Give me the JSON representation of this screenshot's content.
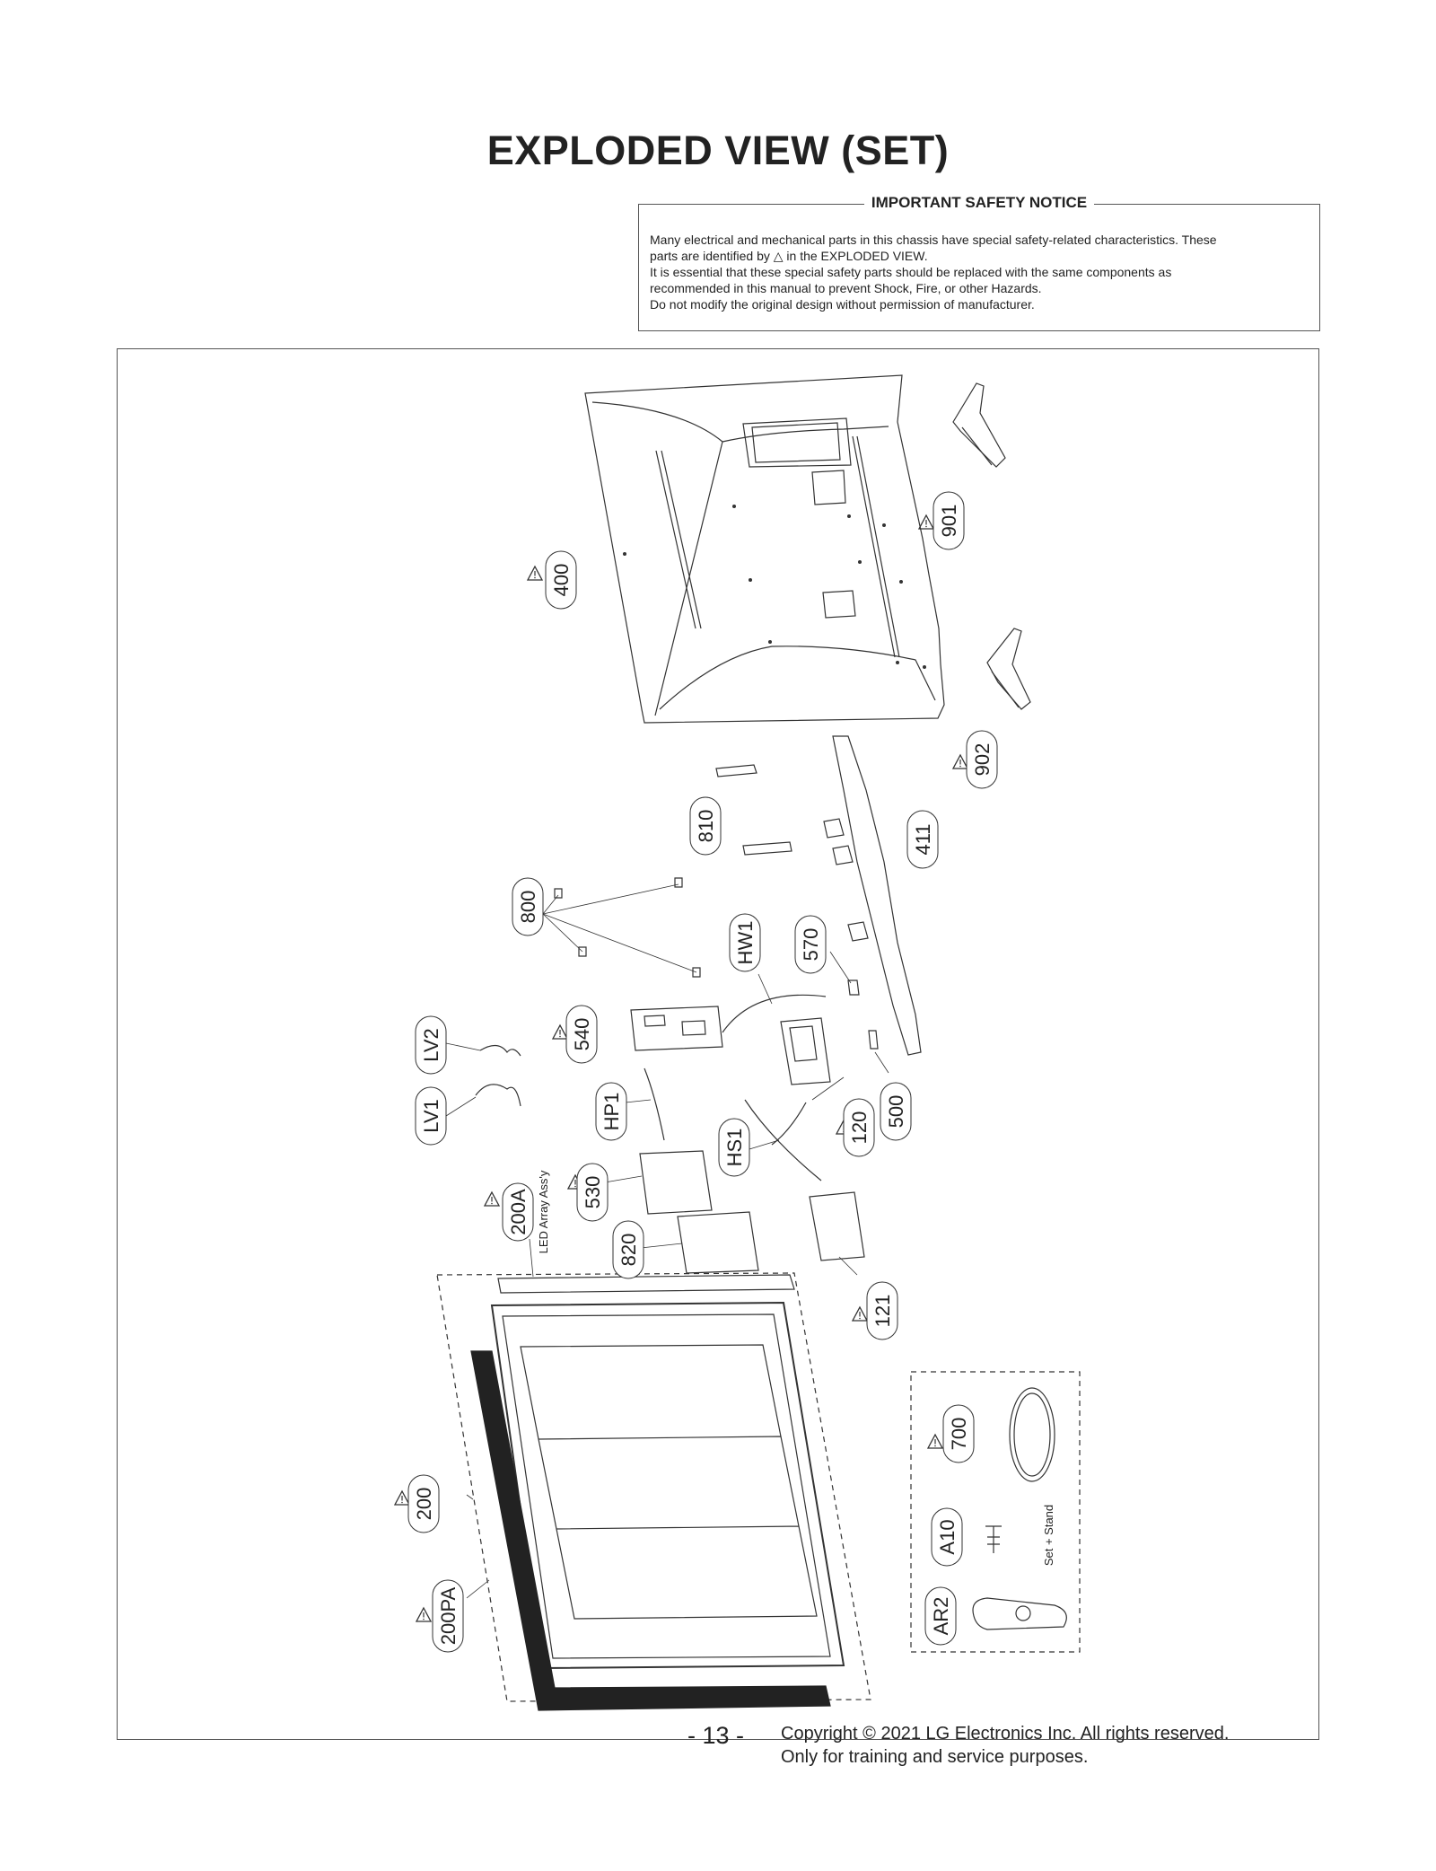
{
  "page": {
    "title": "EXPLODED VIEW (SET)",
    "page_number": "- 13 -",
    "copyright": "Copyright © 2021 LG Electronics Inc. All rights reserved.",
    "copyright_line2": "Only for training and service purposes."
  },
  "notice": {
    "title": "IMPORTANT SAFETY NOTICE",
    "line1": "Many electrical and mechanical parts in this chassis have special safety-related characteristics. These",
    "line2_a": "parts are identified by",
    "line2_b": "in the EXPLODED VIEW.",
    "line3": "It is essential that these special safety parts should be replaced with the same components as",
    "line4": "recommended in this manual to prevent Shock, Fire, or other Hazards.",
    "line5": "Do not modify the original design without permission of manufacturer."
  },
  "labels": {
    "p400": "400",
    "p901": "901",
    "p902": "902",
    "p810": "810",
    "p411": "411",
    "p800": "800",
    "pHW1": "HW1",
    "p570": "570",
    "pLV2": "LV2",
    "pLV1": "LV1",
    "p540": "540",
    "pHP1": "HP1",
    "pHS1": "HS1",
    "p120": "120",
    "p500": "500",
    "p200A": "200A",
    "led_assy": "LED Array Ass'y",
    "p530": "530",
    "p820": "820",
    "p121": "121",
    "p200": "200",
    "p200PA": "200PA",
    "p700": "700",
    "pA10": "A10",
    "pAR2": "AR2",
    "set_stand": "Set + Stand"
  }
}
